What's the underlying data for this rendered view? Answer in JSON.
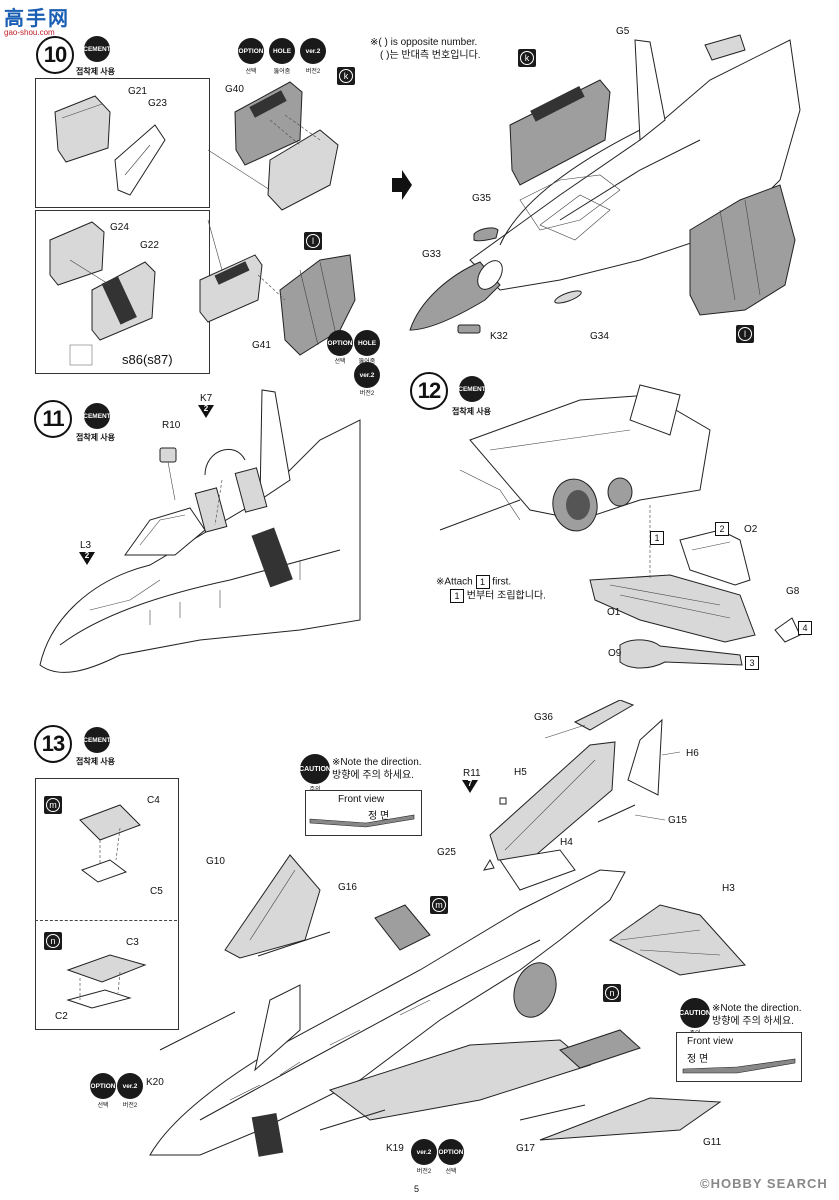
{
  "watermarks": {
    "top_left_cn": "高手网",
    "top_left_url": "gao-shou.com",
    "bottom_right": "©HOBBY SEARCH"
  },
  "badges": {
    "cement": "CEMENT",
    "cement_kr": "접착제 사용",
    "option": "OPTION",
    "option_kr": "선택",
    "hole": "HOLE",
    "hole_kr": "뚫어줌",
    "ver2": "ver.2",
    "ver2_kr": "버전2",
    "caution": "CAUTION",
    "caution_kr": "주의"
  },
  "step10": {
    "number": "10",
    "note_en": "※( ) is opposite number.",
    "note_kr": "( )는 반대측 번호입니다.",
    "marker_k": "k",
    "marker_l": "l",
    "parts": [
      "G21",
      "G23",
      "G40",
      "G24",
      "G22",
      "G41",
      "G5",
      "G35",
      "G33",
      "K32",
      "G34"
    ],
    "stencil": "s86(s87)"
  },
  "step11": {
    "number": "11",
    "parts": [
      "R10",
      "K7",
      "L3"
    ],
    "k7_num": "2",
    "l3_num": "2"
  },
  "step12": {
    "number": "12",
    "note_en": "※Attach",
    "note_en2": "first.",
    "note_kr": "번부터 조립합니다.",
    "attach_num": "1",
    "parts": [
      "O2",
      "G8",
      "O1",
      "O9"
    ],
    "o2_num": "2",
    "g8_num": "4",
    "o9_num": "3",
    "marker_1": "1"
  },
  "step13": {
    "number": "13",
    "marker_m": "m",
    "marker_n": "n",
    "caution_note_en": "※Note the direction.",
    "caution_note_kr": "방향에 주의 하세요.",
    "front_view": "Front view",
    "front_view_kr": "정 면",
    "parts": [
      "C4",
      "C5",
      "C3",
      "C2",
      "G36",
      "H6",
      "R11",
      "H5",
      "G15",
      "H4",
      "G25",
      "G10",
      "G16",
      "H3",
      "K20",
      "K19",
      "G17",
      "G11"
    ],
    "r11_num": "7"
  },
  "page_number": "5"
}
